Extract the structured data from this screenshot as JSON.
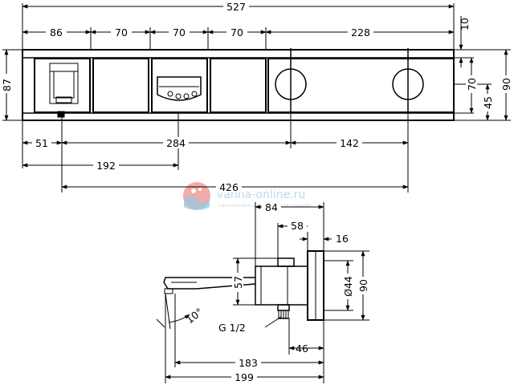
{
  "top_view": {
    "overall_width": "527",
    "segments": [
      "86",
      "70",
      "70",
      "70",
      "228"
    ],
    "offset_top": "10",
    "height_total": "87",
    "height_inner": "70",
    "height_offset": "45",
    "height_right": "90",
    "row2": [
      "51",
      "284",
      "142"
    ],
    "row3": "192",
    "row4": "426"
  },
  "side_view": {
    "depth_84": "84",
    "depth_58": "58",
    "depth_16": "16",
    "height_57": "57",
    "diameter_44": "Ø44",
    "height_90": "90",
    "angle": "10°",
    "thread": "G 1/2",
    "len_46": "46",
    "len_183": "183",
    "len_199": "199"
  },
  "watermark": {
    "site": "vanna-online.ru",
    "tagline": "сантехника и мебель для ванной"
  },
  "colors": {
    "line": "#000000",
    "watermark_logo": "#e8665c",
    "watermark_text": "#bcd8ea"
  }
}
